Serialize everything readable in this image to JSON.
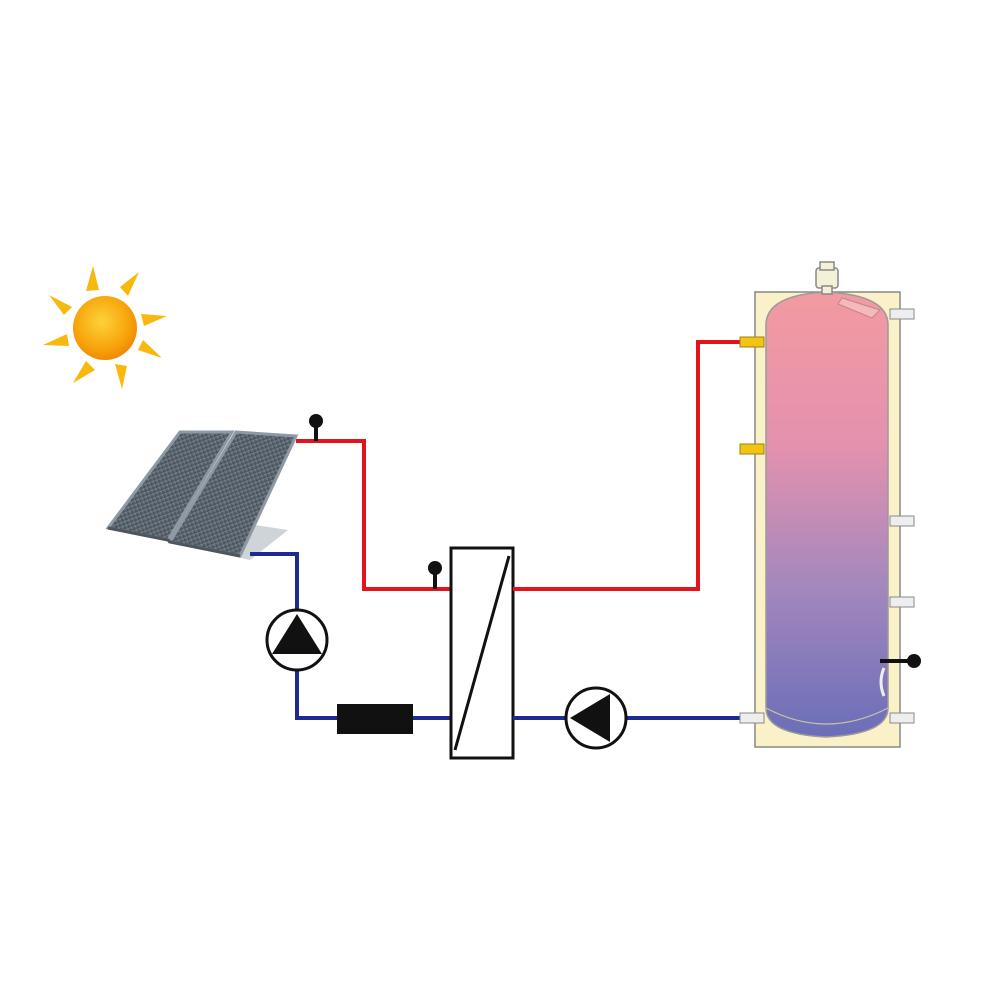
{
  "diagram": {
    "components": {
      "sun": "sun-icon",
      "solar_collector": "solar-collector-panels",
      "pump_primary": "circulation-pump-icon",
      "expansion_vessel": "expansion-vessel",
      "heat_exchanger": "plate-heat-exchanger",
      "pump_secondary": "circulation-pump-icon",
      "storage_tank": "hot-water-storage-tank",
      "temperature_sensors": "temperature-sensor-icon",
      "air_vent": "air-vent-valve"
    },
    "colors": {
      "hot_line": "#e4121b",
      "cold_line": "#1d2a8f",
      "sun_core": "#f7a50b",
      "sun_rays": "#f9b80d",
      "panel": "#5c6670",
      "tank_jacket": "#fbf1c9",
      "tank_top": "#f39aa1",
      "tank_bottom": "#6a6eb8",
      "connector_gold": "#f2c415",
      "symbol_black": "#111111"
    }
  }
}
